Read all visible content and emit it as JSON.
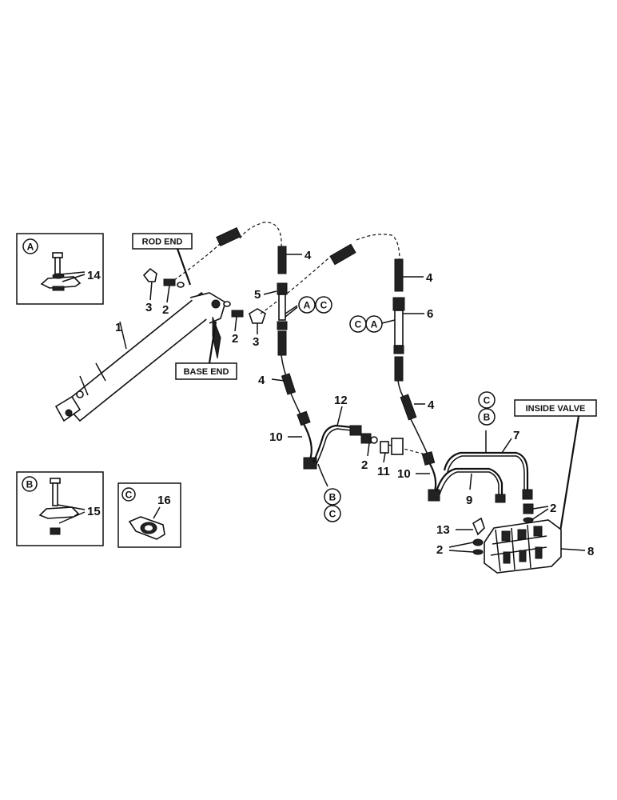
{
  "callouts": {
    "rod_end": "ROD END",
    "base_end": "BASE END",
    "inside_valve": "INSIDE VALVE"
  },
  "detail_views": {
    "a": {
      "letter": "A",
      "part_number": "14"
    },
    "b": {
      "letter": "B",
      "part_number": "15"
    },
    "c": {
      "letter": "C",
      "part_number": "16"
    }
  },
  "part_numbers": {
    "cylinder": "1",
    "washer_rod_end": "2",
    "washer_base_end": "2",
    "washer_tee": "2",
    "washer_valve_top": "2",
    "washer_valve_bottom": "2",
    "elbow_rod_end": "3",
    "elbow_base_end": "3",
    "hose_top_left": "4",
    "hose_top_right": "4",
    "hose_bottom_left": "4",
    "hose_bottom_right": "4",
    "adapter_left": "5",
    "adapter_right": "6",
    "tube_7": "7",
    "valve": "8",
    "tube_9": "9",
    "elbow_10_left": "10",
    "elbow_10_right": "10",
    "connector_11": "11",
    "tube_12": "12",
    "elbow_13": "13"
  },
  "clamp_refs": {
    "left_adapter": [
      "A",
      "C"
    ],
    "right_adapter": [
      "C",
      "A"
    ],
    "tube_12": [
      "B",
      "C"
    ],
    "tube_7": [
      "C",
      "B"
    ]
  }
}
